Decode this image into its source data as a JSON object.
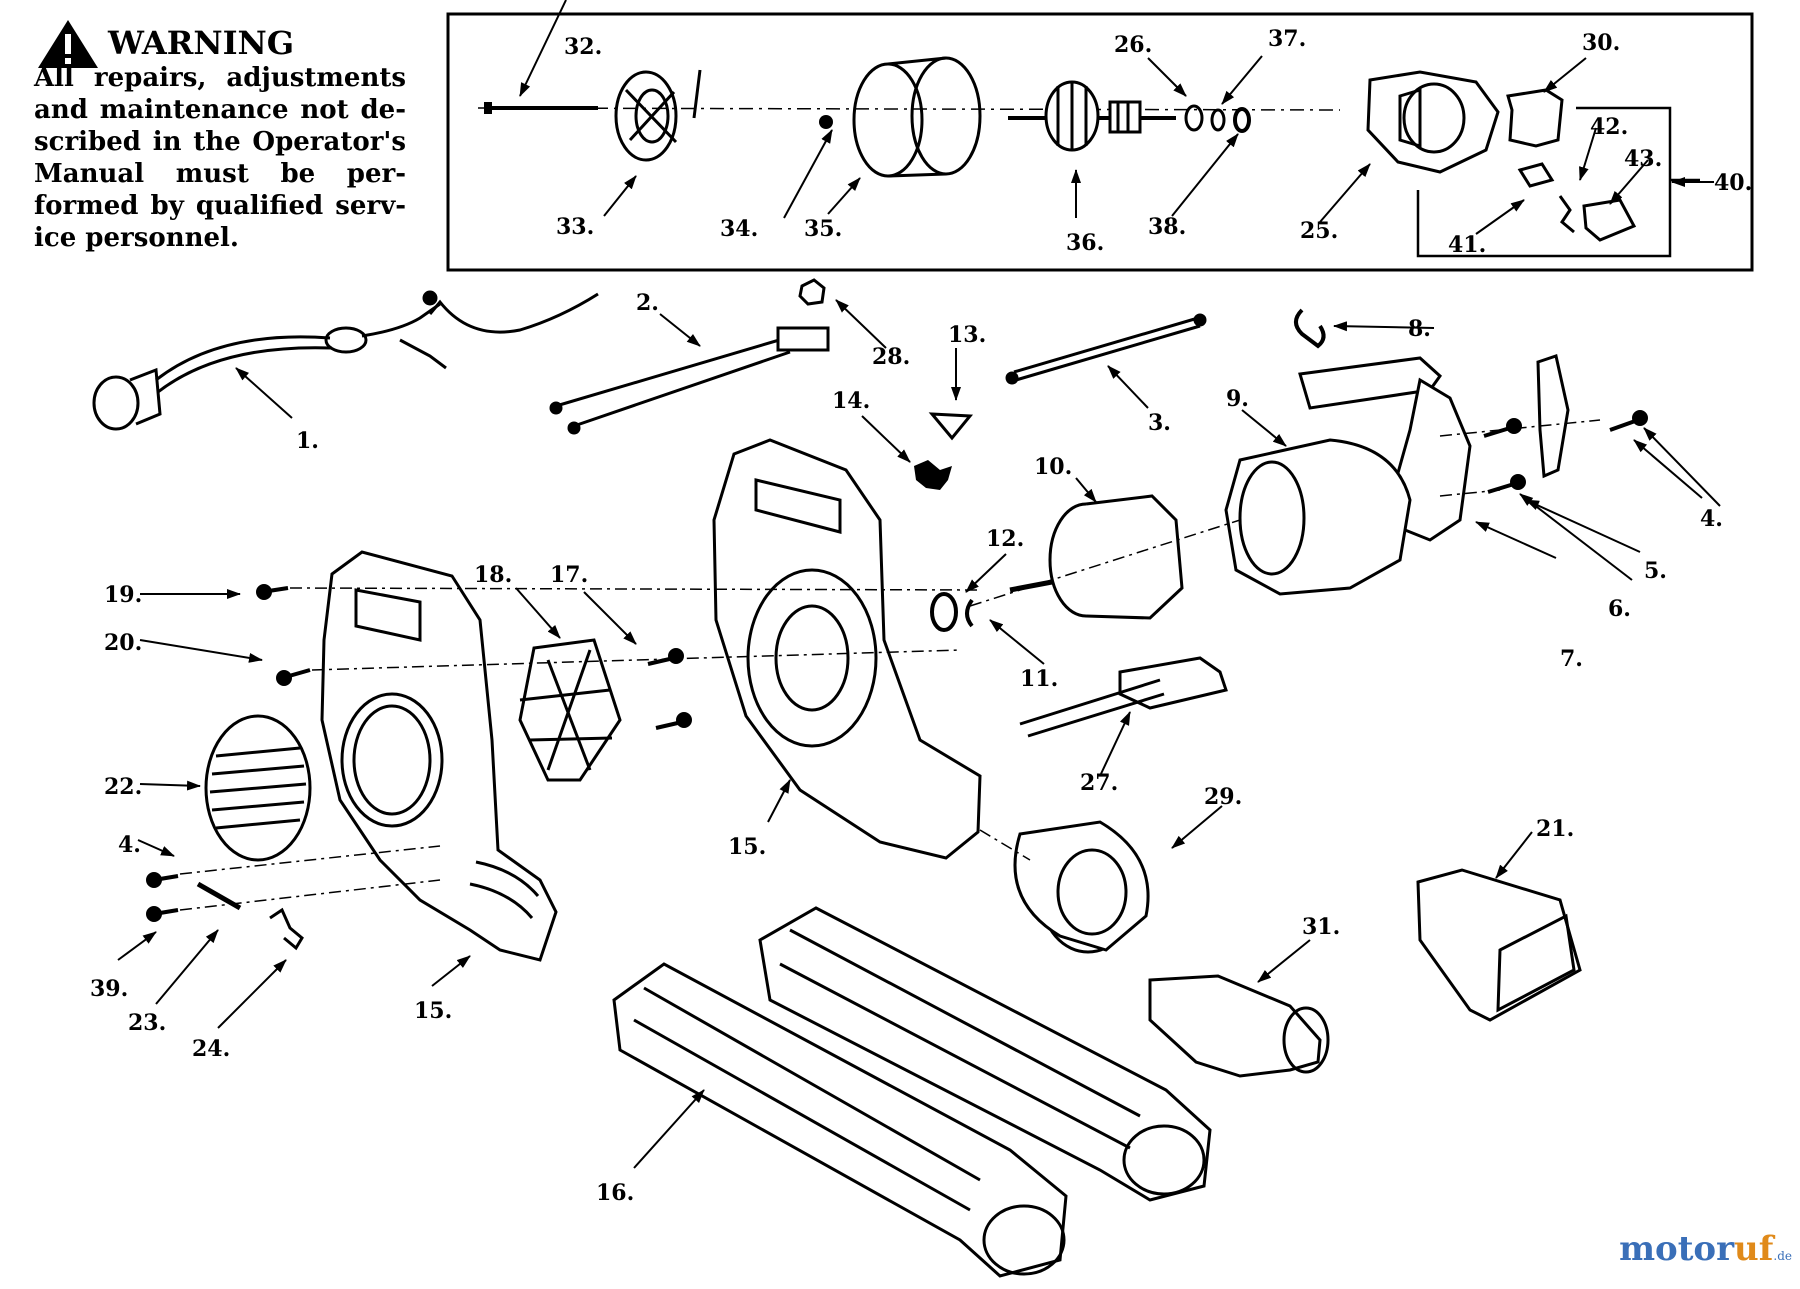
{
  "warning": {
    "title": "WARNING",
    "lines": [
      "All repairs, adjustments",
      "and maintenance not de-",
      "scribed in the Operator's",
      "Manual must be per-",
      "formed by qualified serv-",
      "ice personnel."
    ]
  },
  "watermark": {
    "part1": "motor",
    "part2": "uf",
    "suffix": ".de"
  },
  "callouts": [
    "1.",
    "2.",
    "3.",
    "4.",
    "4.",
    "5.",
    "6.",
    "7.",
    "8.",
    "9.",
    "10.",
    "11.",
    "12.",
    "13.",
    "14.",
    "15.",
    "15.",
    "16.",
    "17.",
    "18.",
    "19.",
    "20.",
    "21.",
    "22.",
    "23.",
    "24.",
    "25.",
    "26.",
    "27.",
    "28.",
    "29.",
    "30.",
    "31.",
    "32.",
    "33.",
    "34.",
    "35.",
    "36.",
    "37.",
    "38.",
    "39.",
    "40.",
    "41.",
    "42.",
    "43."
  ]
}
